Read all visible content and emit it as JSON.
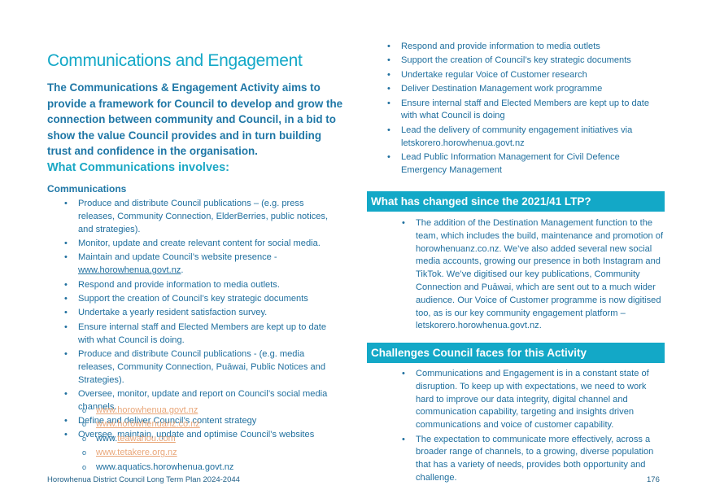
{
  "title": "Communications and Engagement",
  "intro": "The Communications & Engagement Activity aims to provide a framework for Council to develop and grow the connection between community and Council, in a bid to show the value Council provides and in turn building trust and confidence in the organisation.",
  "what_heading": "What Communications involves:",
  "comms_subheading": "Communications",
  "left_bullets": [
    "Produce and distribute Council publications – (e.g. press releases, Community Connection, ElderBerries, public notices, and strategies).",
    "Monitor, update and create relevant content for social media.",
    "Maintain and update Council’s website presence -",
    "Respond and provide information to media outlets.",
    "Support the creation of Council’s key strategic documents",
    "Undertake a yearly resident satisfaction survey.",
    "Ensure internal staff and Elected Members are kept up to date with what Council is doing.",
    "Produce and distribute Council publications - (e.g. media releases, Community Connection, Puāwai, Public Notices and Strategies).",
    "Oversee, monitor, update and report on Council’s social media channels.",
    "Define and deliver Council’s content strategy",
    "Oversee, maintain, update and optimise Council’s websites"
  ],
  "website_link": "www.horowhenua.govt.nz",
  "website_suffix": ".",
  "sub_links": {
    "l1": "www.horowhenua.govt.nz",
    "l2": "www.horowhenuanz.co.nz",
    "l3_prefix": "www.",
    "l3_link": "teawahou.com",
    "l4": "www.tetakere.org.nz",
    "l5": "www.aquatics.horowhenua.govt.nz"
  },
  "right_bullets": [
    "Respond and provide information to media outlets",
    "Support the creation of Council’s key strategic documents",
    "Undertake regular Voice of Customer research",
    "Deliver Destination Management work programme",
    "Ensure internal staff and Elected Members are kept up to date with what Council is doing",
    "Lead the delivery of community engagement initiatives via letskorero.horowhenua.govt.nz",
    "Lead Public Information Management for Civil Defence Emergency Management"
  ],
  "changed_heading": "What has changed since the 2021/41 LTP?",
  "changed_bullets": [
    "The addition of the Destination Management function to the team, which includes the build, maintenance and promotion of horowhenuanz.co.nz.  We’ve also added several new social media accounts, growing our presence in both Instagram and TikTok. We’ve digitised our key publications, Community Connection and Puāwai, which are sent out to a much wider audience.  Our Voice of Customer programme is now digitised too, as is our key community engagement platform – letskorero.horowhenua.govt.nz."
  ],
  "challenges_heading": "Challenges Council faces for this Activity",
  "challenges_bullets": [
    "Communications and Engagement is in a constant state of disruption.  To keep up with expectations, we need to work hard to improve our data integrity, digital channel and communication capability, targeting and insights driven communications and voice of customer capability.",
    "The expectation to communicate more effectively, across a broader range of channels, to a growing, diverse population that has a variety of needs, provides both opportunity and challenge."
  ],
  "footer_left": "Horowhenua District Council Long Term Plan 2024-2044",
  "page_number": "176"
}
